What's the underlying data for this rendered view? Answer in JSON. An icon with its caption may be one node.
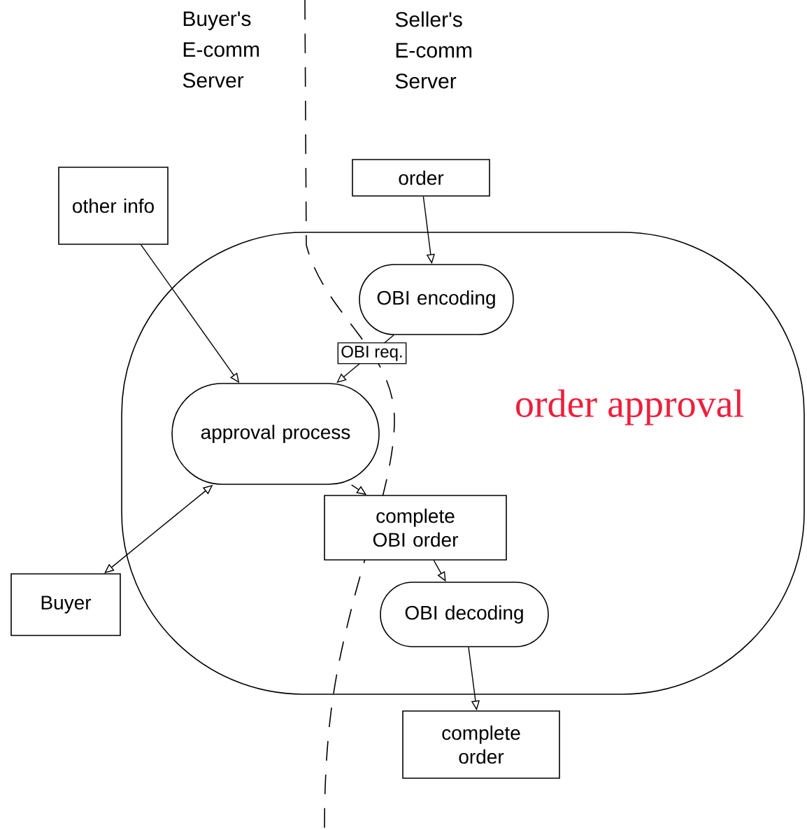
{
  "diagram": {
    "nodes": [
      {
        "text": [
          "order approval"
        ]
      },
      {
        "text": [
          "other info"
        ]
      },
      {
        "text": [
          "order"
        ]
      },
      {
        "text": [
          "OBI encoding"
        ],
        "in": 0
      },
      {
        "text": [
          "approval process"
        ],
        "in": 0
      },
      {
        "text": [
          "complete OBI order"
        ],
        "in": 0
      },
      {
        "text": [
          "OBI decoding"
        ],
        "in": 0
      },
      {
        "text": [
          "Buyer"
        ]
      },
      {
        "text": [
          "complete order"
        ]
      }
    ],
    "edges": [
      {
        "from": 1,
        "to": 4,
        "arrow": "to"
      },
      {
        "from": 2,
        "to": 3,
        "arrow": "to"
      },
      {
        "from": 3,
        "to": 4,
        "arrow": "to",
        "label": "OBI req."
      },
      {
        "from": 7,
        "to": 4,
        "arrow": "both"
      },
      {
        "from": 4,
        "to": 5,
        "arrow": "to"
      },
      {
        "from": 5,
        "to": 6,
        "arrow": "to"
      },
      {
        "from": 6,
        "to": 8,
        "arrow": "to"
      }
    ],
    "labels": [
      "Buyer's E-comm Server",
      "Seller's E-comm Server"
    ]
  }
}
